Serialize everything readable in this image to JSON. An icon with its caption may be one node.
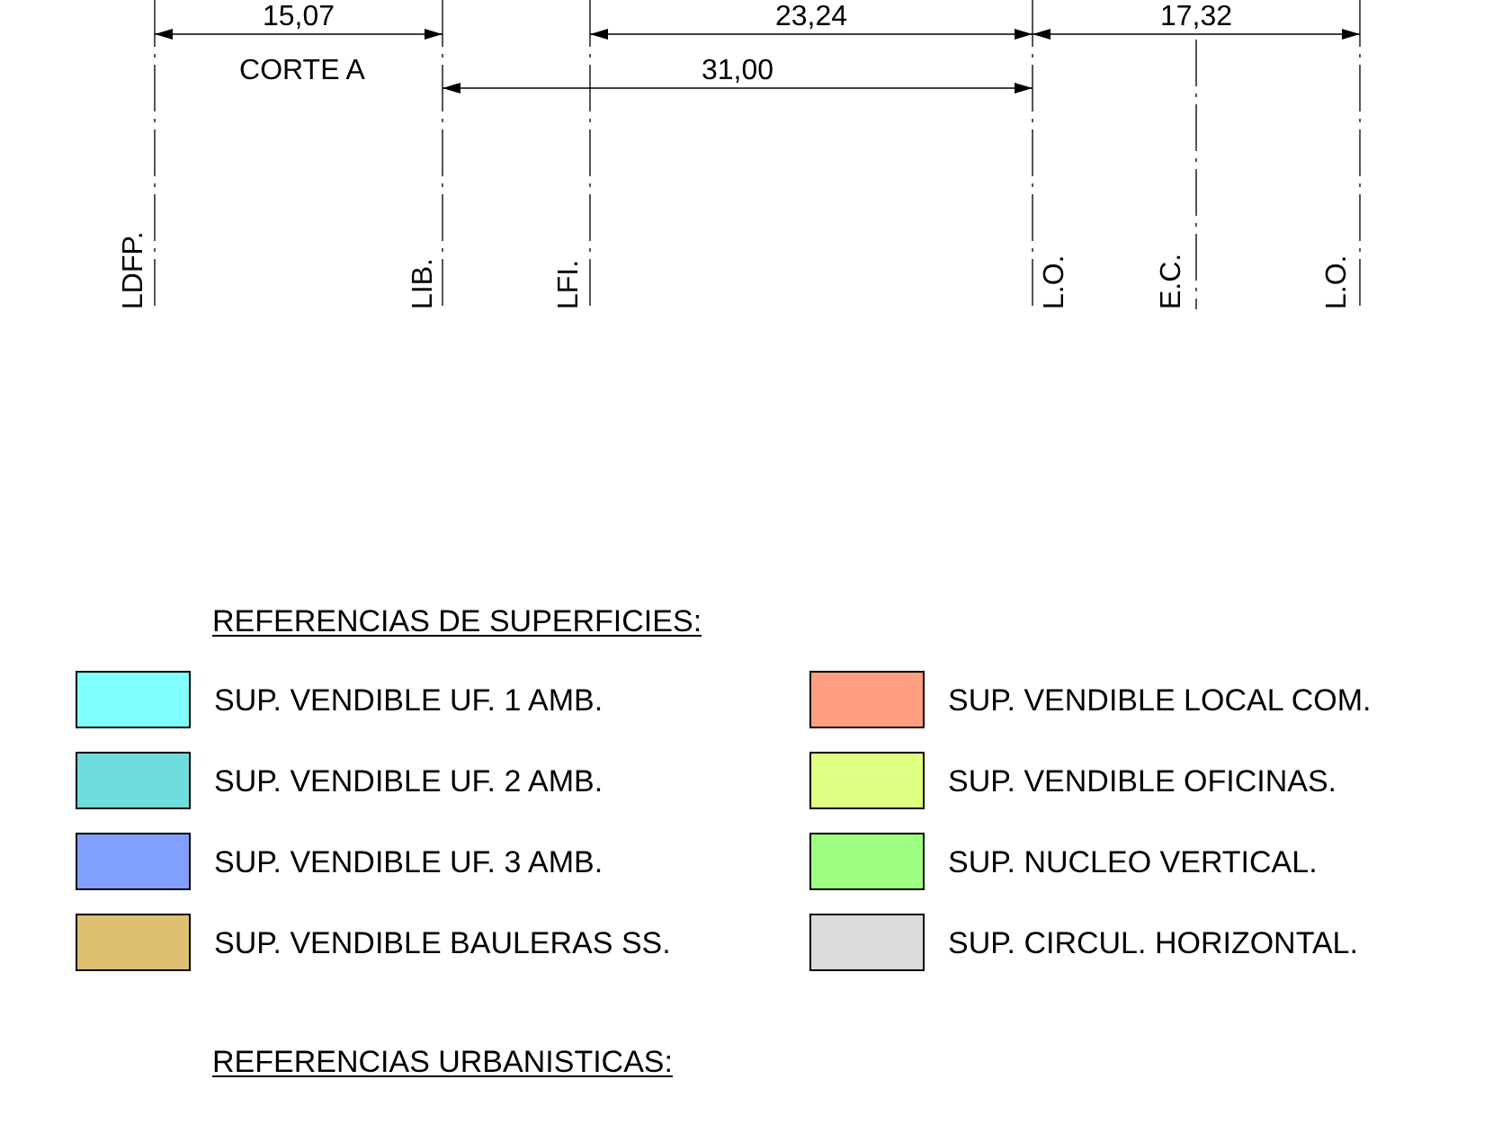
{
  "diagram": {
    "labels": [
      "15,07",
      "23,24",
      "17,32",
      "CORTE A",
      "31,00",
      "LDFP.",
      "LIB.",
      "LFI.",
      "L.O.",
      "E.C.",
      "L.O.",
      "REFERENCIAS DE SUPERFICIES:",
      "REFERENCIAS URBANISTICAS:"
    ],
    "legend": [
      {
        "text": "SUP. VENDIBLE UF. 1 AMB.",
        "color": "#80ffff"
      },
      {
        "text": "SUP. VENDIBLE LOCAL COM.",
        "color": "#ff9f80"
      },
      {
        "text": "SUP. VENDIBLE UF. 2 AMB.",
        "color": "#6fdcdc"
      },
      {
        "text": "SUP. VENDIBLE OFICINAS.",
        "color": "#dfff80"
      },
      {
        "text": "SUP. VENDIBLE UF. 3 AMB.",
        "color": "#809fff"
      },
      {
        "text": "SUP. NUCLEO VERTICAL.",
        "color": "#9fff80"
      },
      {
        "text": "SUP. VENDIBLE BAULERAS SS.",
        "color": "#dcc070"
      },
      {
        "text": "SUP. CIRCUL. HORIZONTAL.",
        "color": "#dcdcdc"
      }
    ]
  }
}
